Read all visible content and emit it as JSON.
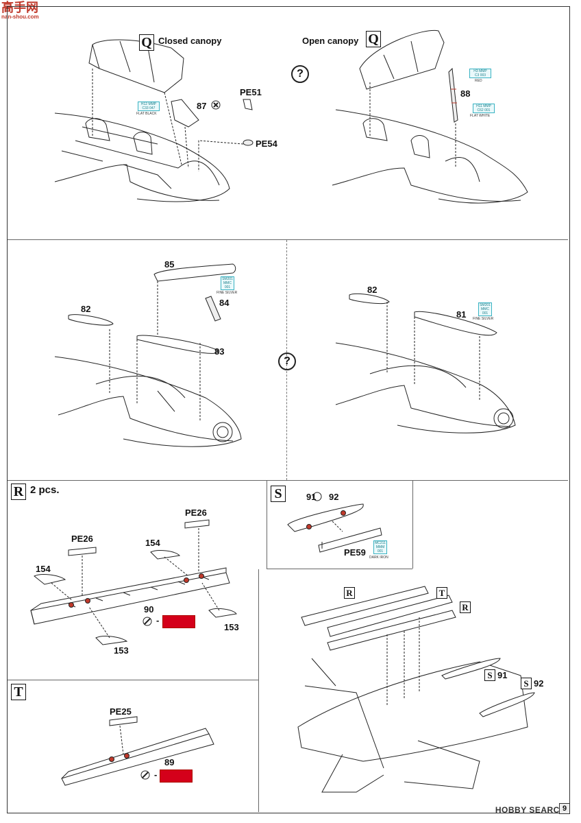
{
  "watermark_logo": {
    "text_top": "高手网",
    "text_bottom": "nan-shou.com"
  },
  "panel_top_left": {
    "box": "Q",
    "title": "Closed canopy",
    "parts": [
      "87",
      "PE51",
      "PE54"
    ],
    "paint": {
      "h": "H12",
      "brand": "MMP",
      "c": "C33",
      "code": "047",
      "caption": "FLAT BLACK"
    }
  },
  "panel_top_right": {
    "box": "Q",
    "title": "Open canopy",
    "parts": [
      "88"
    ],
    "paint_red": {
      "h": "H3",
      "brand": "MMP",
      "c": "C3",
      "code": "003",
      "caption": "RED"
    },
    "paint_white": {
      "h": "H11",
      "brand": "MMP",
      "c": "C62",
      "code": "001",
      "caption": "FLAT WHITE"
    }
  },
  "question_mark": "?",
  "panel_mid_left": {
    "parts": [
      "85",
      "84",
      "82",
      "83"
    ],
    "paint": {
      "sm": "SM201",
      "brand": "MMC",
      "code": "001",
      "caption": "FINE SILVER"
    }
  },
  "panel_mid_right": {
    "parts": [
      "82",
      "81"
    ],
    "paint": {
      "sm": "SM201",
      "brand": "MMC",
      "code": "001",
      "caption": "FINE SILVER"
    }
  },
  "panel_R": {
    "box": "R",
    "title": "2 pcs.",
    "parts": [
      "PE26",
      "PE26",
      "154",
      "154",
      "153",
      "153",
      "90"
    ],
    "dash": "-"
  },
  "panel_S": {
    "box": "S",
    "parts": [
      "91",
      "92",
      "PE59"
    ],
    "paint": {
      "mc": "MC211",
      "brand": "MMM",
      "code": "001",
      "caption": "DARK IRON"
    }
  },
  "panel_T": {
    "box": "T",
    "parts": [
      "PE25",
      "89"
    ],
    "dash": "-"
  },
  "panel_assembly": {
    "boxes": [
      "R",
      "T",
      "R",
      "S",
      "S"
    ],
    "labels": [
      "91",
      "92"
    ]
  },
  "footer": {
    "watermark": "HOBBY SEARCH",
    "page": "9"
  },
  "colors": {
    "paint_border": "#37b2c2",
    "mask_red": "#d4001a",
    "part_red": "#c0392b"
  }
}
